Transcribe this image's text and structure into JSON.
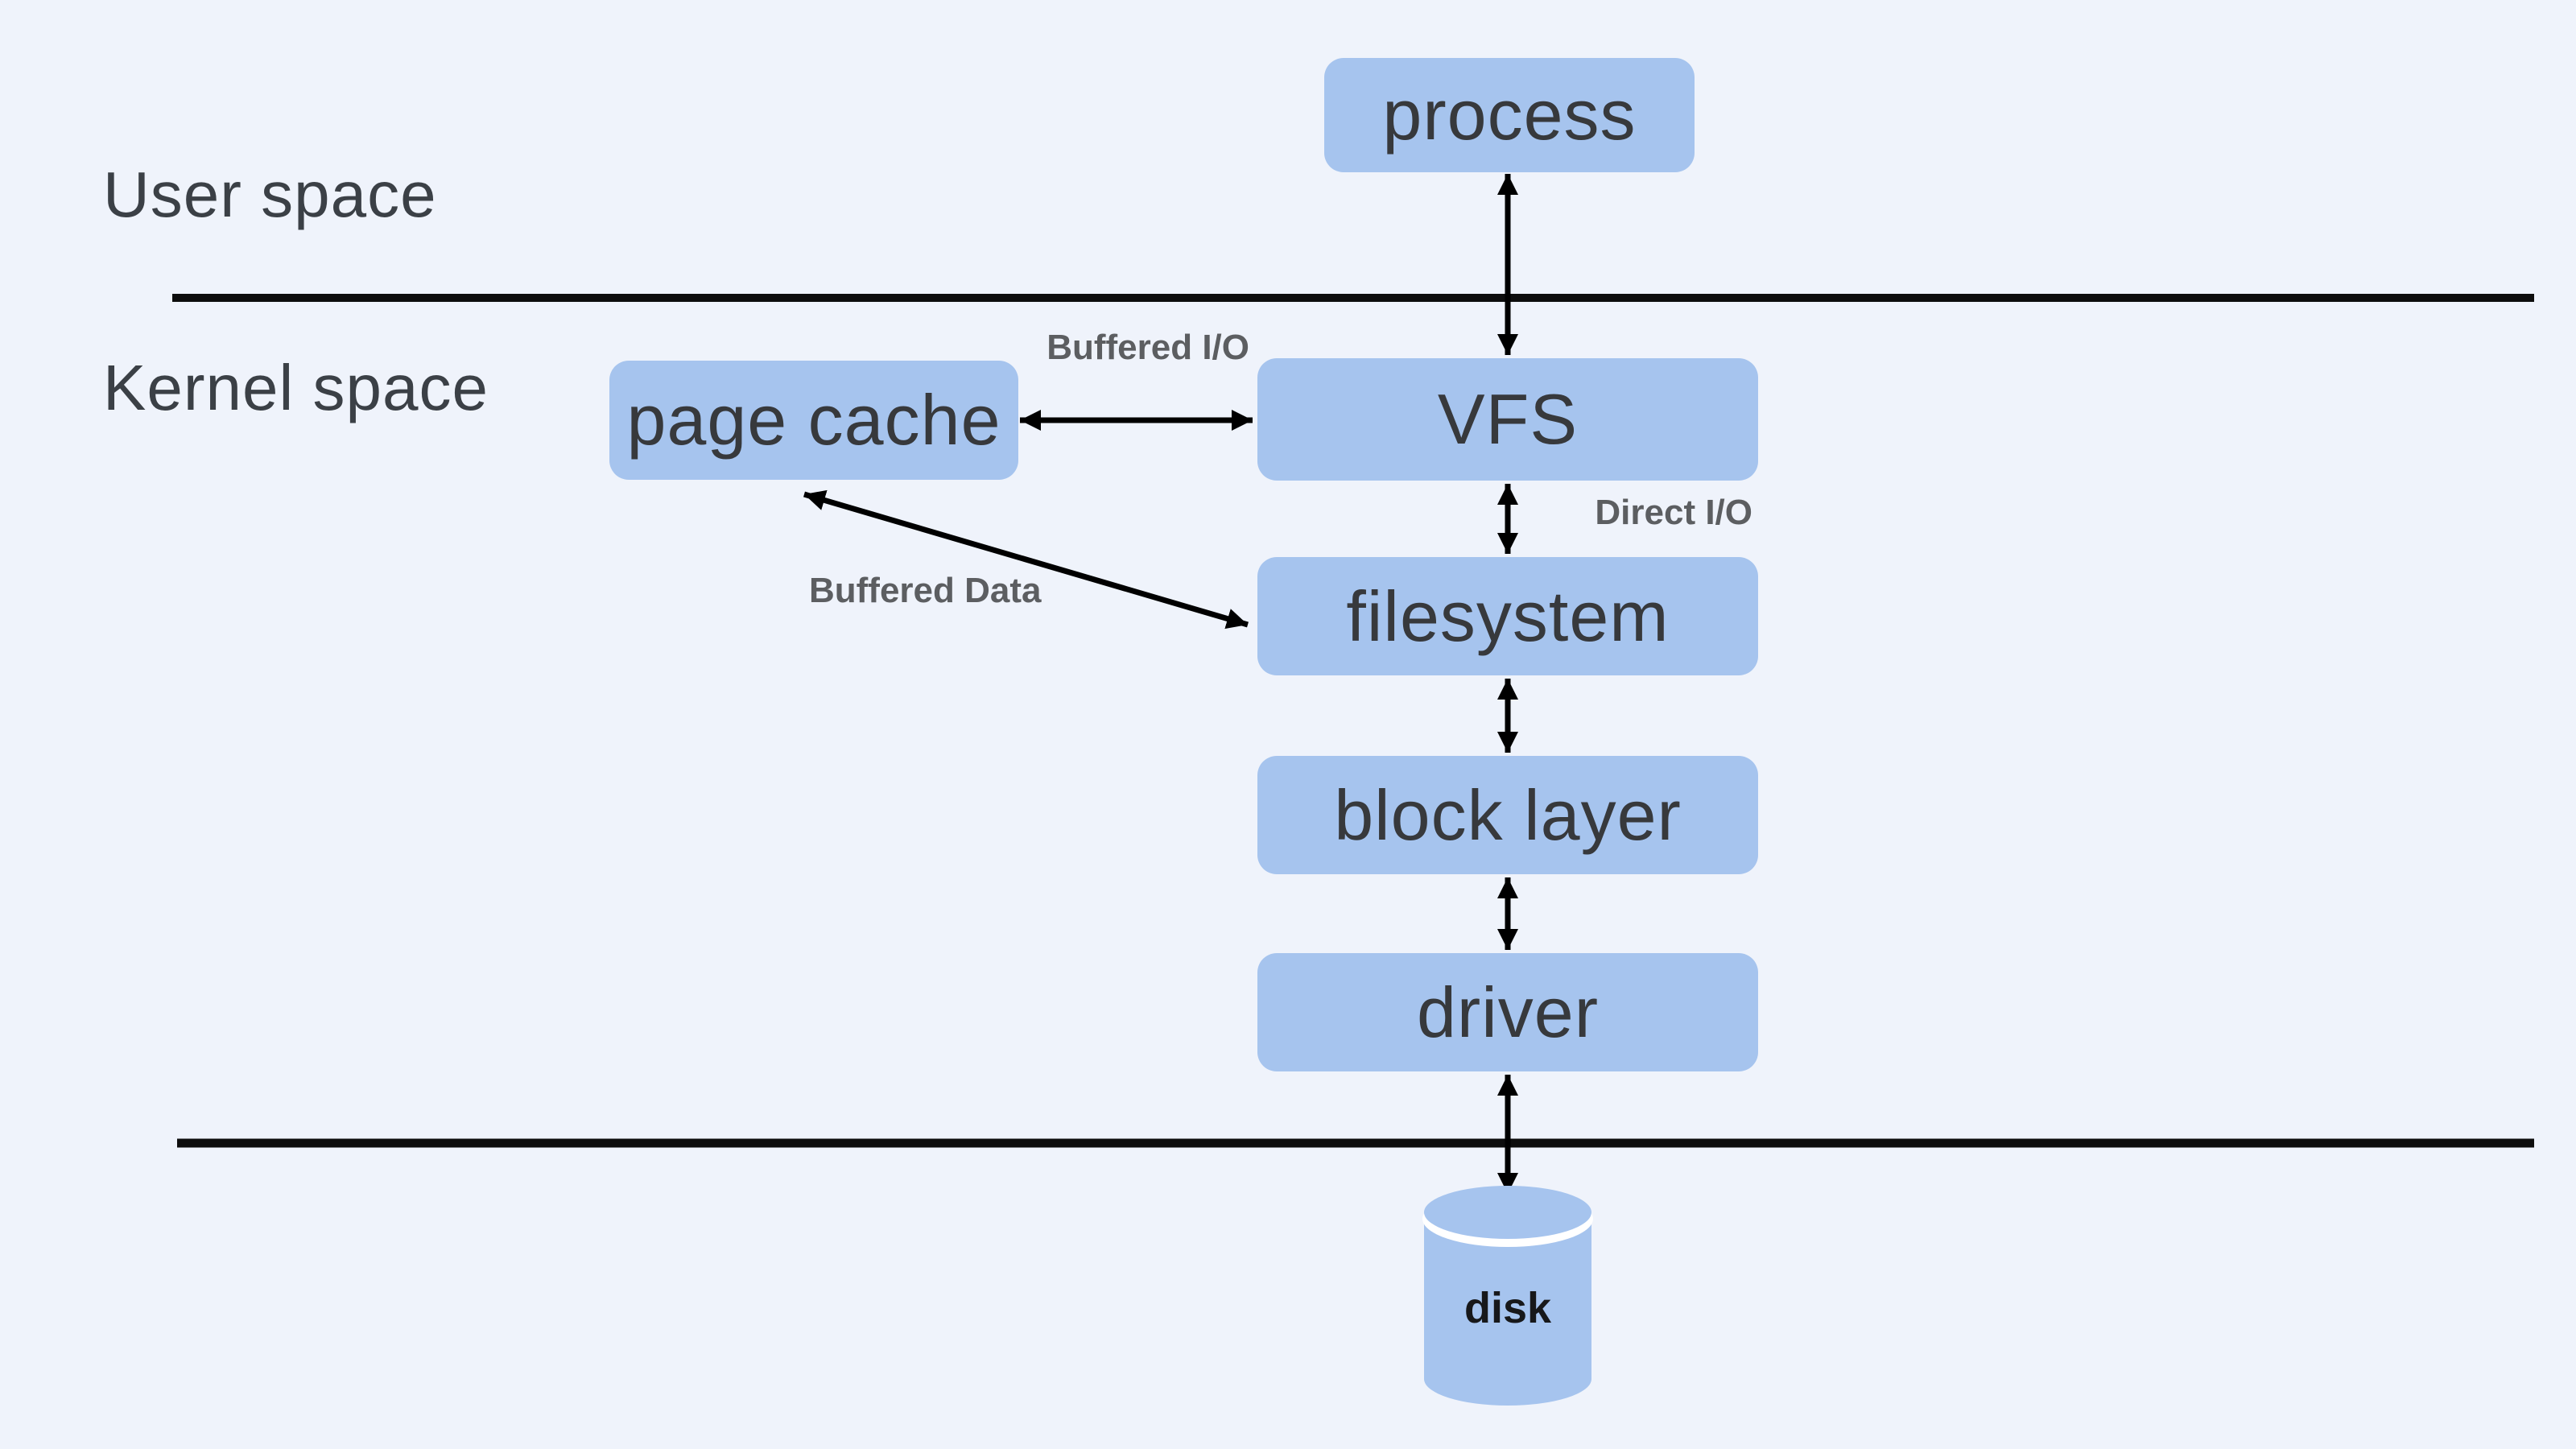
{
  "regions": {
    "user": {
      "label": "User space"
    },
    "kernel": {
      "label": "Kernel space"
    }
  },
  "nodes": {
    "process": {
      "label": "process"
    },
    "page_cache": {
      "label": "page cache"
    },
    "vfs": {
      "label": "VFS"
    },
    "filesystem": {
      "label": "filesystem"
    },
    "block_layer": {
      "label": "block layer"
    },
    "driver": {
      "label": "driver"
    },
    "disk": {
      "label": "disk"
    }
  },
  "edges": {
    "buffered_io": {
      "label": "Buffered I/O"
    },
    "direct_io": {
      "label": "Direct I/O"
    },
    "buffered_data": {
      "label": "Buffered Data"
    }
  },
  "colors": {
    "background": "#eff3fb",
    "node_fill": "#a6c4ee",
    "node_text": "#37393c",
    "region_label_text": "#3b4046",
    "edge_label_text": "#5c5e61",
    "line": "#0d0d0d",
    "arrow": "#000000"
  }
}
